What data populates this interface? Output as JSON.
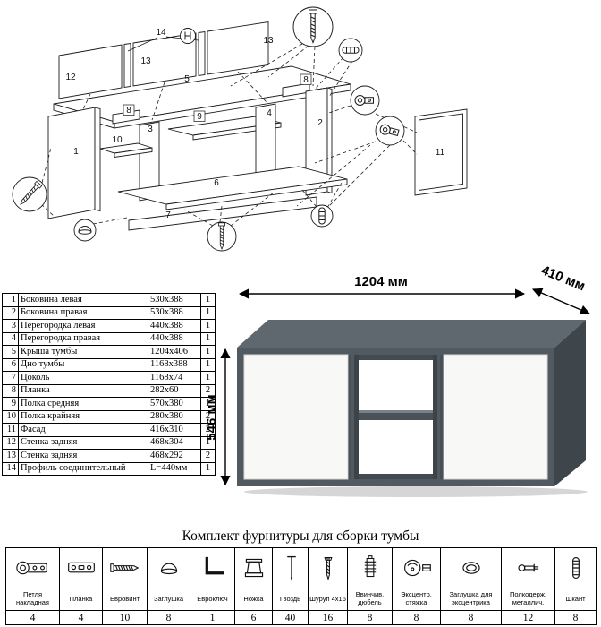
{
  "diagram": {
    "labels": [
      "12",
      "13",
      "13",
      "14",
      "5",
      "8",
      "8",
      "9",
      "3",
      "10",
      "1",
      "4",
      "2",
      "6",
      "7",
      "11"
    ]
  },
  "parts_table": {
    "rows": [
      {
        "num": "1",
        "name": "Боковина левая",
        "size": "530x388",
        "qty": "1"
      },
      {
        "num": "2",
        "name": "Боковина правая",
        "size": "530x388",
        "qty": "1"
      },
      {
        "num": "3",
        "name": "Перегородка левая",
        "size": "440x388",
        "qty": "1"
      },
      {
        "num": "4",
        "name": "Перегородка правая",
        "size": "440x388",
        "qty": "1"
      },
      {
        "num": "5",
        "name": "Крыша тумбы",
        "size": "1204x406",
        "qty": "1"
      },
      {
        "num": "6",
        "name": "Дно тумбы",
        "size": "1168x388",
        "qty": "1"
      },
      {
        "num": "7",
        "name": "Цоколь",
        "size": "1168x74",
        "qty": "1"
      },
      {
        "num": "8",
        "name": "Планка",
        "size": "282x60",
        "qty": "2"
      },
      {
        "num": "9",
        "name": "Полка средняя",
        "size": "570x380",
        "qty": "1"
      },
      {
        "num": "10",
        "name": "Полка крайняя",
        "size": "280x380",
        "qty": "2"
      },
      {
        "num": "11",
        "name": "Фасад",
        "size": "416x310",
        "qty": "2"
      },
      {
        "num": "12",
        "name": "Стенка задняя",
        "size": "468x304",
        "qty": "1"
      },
      {
        "num": "13",
        "name": "Стенка задняя",
        "size": "468x292",
        "qty": "2"
      },
      {
        "num": "14",
        "name": "Профиль соединительный",
        "size": "L=440мм",
        "qty": "1"
      }
    ]
  },
  "product": {
    "width": "1204 мм",
    "depth": "410 мм",
    "height": "546 мм"
  },
  "hardware": {
    "title": "Комплект фурнитуры для сборки тумбы",
    "items": [
      {
        "name": "Петля накладная",
        "qty": "4",
        "icon": "hinge-icon"
      },
      {
        "name": "Планка",
        "qty": "4",
        "icon": "plate-icon"
      },
      {
        "name": "Евровинт",
        "qty": "10",
        "icon": "euro-screw-icon"
      },
      {
        "name": "Заглушка",
        "qty": "8",
        "icon": "cap-icon"
      },
      {
        "name": "Евроключ",
        "qty": "1",
        "icon": "hex-key-icon"
      },
      {
        "name": "Ножка",
        "qty": "6",
        "icon": "leg-icon"
      },
      {
        "name": "Гвоздь",
        "qty": "40",
        "icon": "nail-icon"
      },
      {
        "name": "Шуруп 4x16",
        "qty": "16",
        "icon": "screw-icon"
      },
      {
        "name": "Ввинчив. дюбель",
        "qty": "8",
        "icon": "dowel-insert-icon"
      },
      {
        "name": "Эксцентр. стяжка",
        "qty": "8",
        "icon": "cam-lock-icon"
      },
      {
        "name": "Заглушка для эксцентрика",
        "qty": "8",
        "icon": "cam-cap-icon"
      },
      {
        "name": "Полкодерж. металлич.",
        "qty": "12",
        "icon": "shelf-pin-icon"
      },
      {
        "name": "Шкант",
        "qty": "8",
        "icon": "wood-dowel-icon"
      }
    ]
  }
}
